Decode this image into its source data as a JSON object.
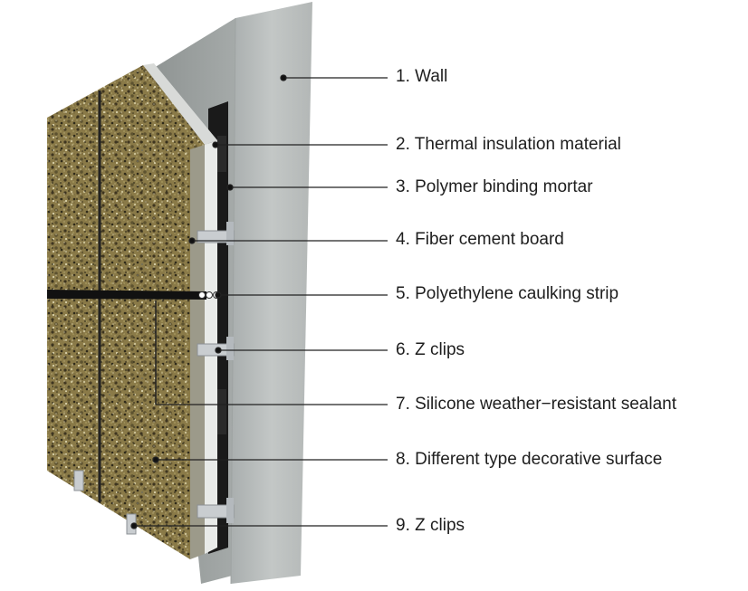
{
  "labels": [
    {
      "id": "1",
      "text": "1. Wall"
    },
    {
      "id": "2",
      "text": "2. Thermal insulation material"
    },
    {
      "id": "3",
      "text": "3. Polymer binding mortar"
    },
    {
      "id": "4",
      "text": "4. Fiber cement board"
    },
    {
      "id": "5",
      "text": "5. Polyethylene caulking strip"
    },
    {
      "id": "6",
      "text": "6. Z clips"
    },
    {
      "id": "7",
      "text": "7. Silicone weather−resistant sealant"
    },
    {
      "id": "8",
      "text": "8. Different type decorative surface"
    },
    {
      "id": "9",
      "text": "9. Z clips"
    }
  ],
  "colors": {
    "wall": "#b9bdbc",
    "insulation": "#e6e8e6",
    "mortar": "#1a1a1a",
    "panel_base": "#8d7d4c",
    "caulking_strip": "#111111",
    "clip": "#c9cdd0",
    "leader": "#222222"
  }
}
